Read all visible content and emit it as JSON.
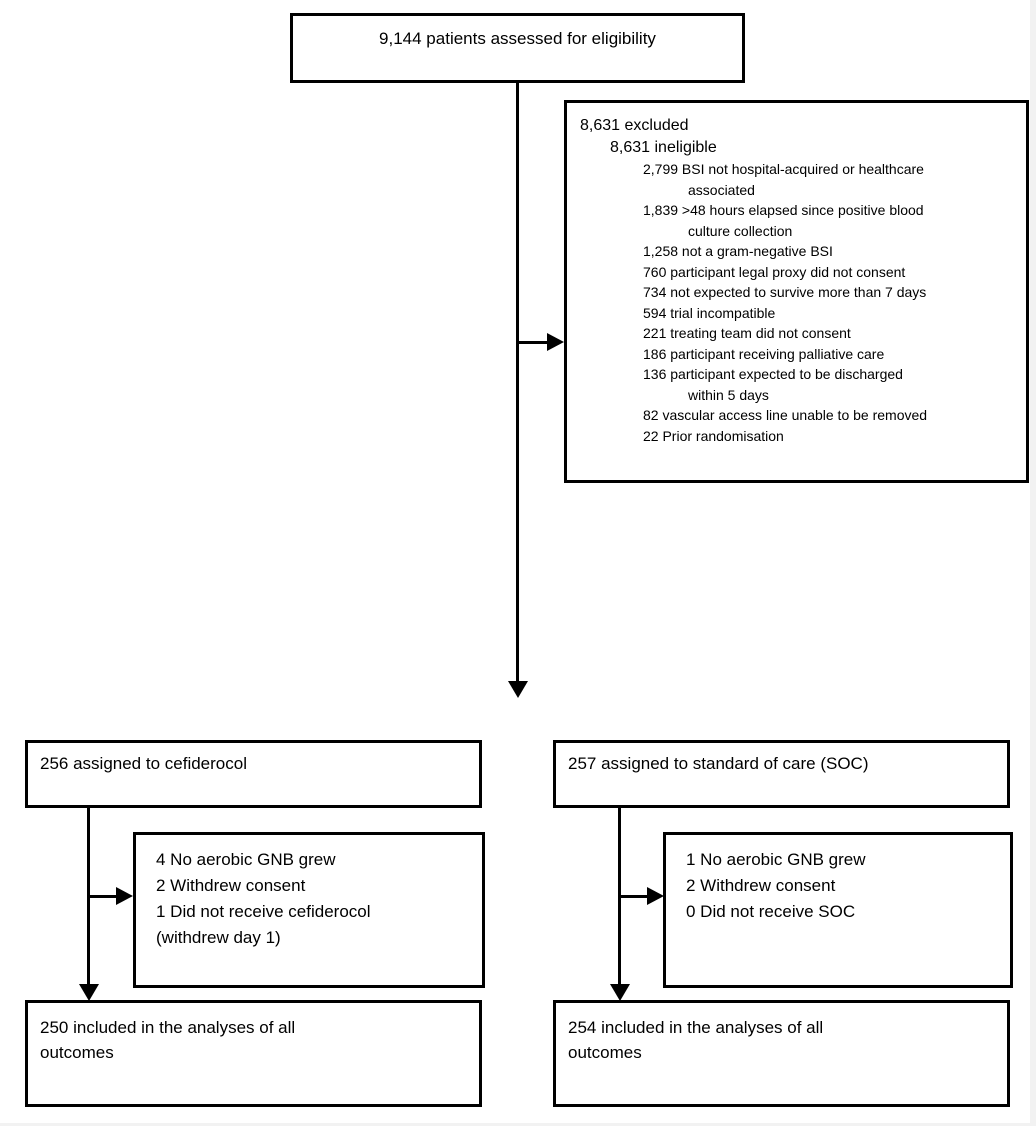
{
  "diagram": {
    "eligibility": {
      "text": "9,144 patients assessed for eligibility"
    },
    "excluded": {
      "title": "8,631 excluded",
      "subtitle": "8,631 ineligible",
      "reasons": [
        {
          "lines": [
            "2,799 BSI not hospital-acquired or healthcare",
            "associated"
          ]
        },
        {
          "lines": [
            "1,839 >48 hours elapsed since positive blood",
            "culture collection"
          ]
        },
        {
          "lines": [
            "1,258 not a gram-negative BSI"
          ]
        },
        {
          "lines": [
            "760 participant legal proxy did not consent"
          ]
        },
        {
          "lines": [
            "734 not expected to survive more than 7 days"
          ]
        },
        {
          "lines": [
            "594 trial incompatible"
          ]
        },
        {
          "lines": [
            "221 treating team did not consent"
          ]
        },
        {
          "lines": [
            "186 participant receiving palliative care"
          ]
        },
        {
          "lines": [
            "136 participant expected to be discharged",
            "within 5 days"
          ]
        },
        {
          "lines": [
            "82 vascular access line unable to be removed"
          ]
        },
        {
          "lines": [
            "22 Prior randomisation"
          ]
        }
      ]
    },
    "cefiderocol_arm": {
      "assigned": "256 assigned to cefiderocol",
      "deviations": [
        {
          "lines": [
            "4 No aerobic GNB grew"
          ]
        },
        {
          "lines": [
            "2 Withdrew consent"
          ]
        },
        {
          "lines": [
            "1 Did not receive cefiderocol",
            "(withdrew day 1)"
          ]
        }
      ],
      "outcome_lines": [
        "250 included in the analyses of all",
        "outcomes"
      ]
    },
    "soc_arm": {
      "assigned": "257 assigned to standard of care (SOC)",
      "deviations": [
        {
          "lines": [
            "1 No aerobic GNB grew"
          ]
        },
        {
          "lines": [
            "2 Withdrew consent"
          ]
        },
        {
          "lines": [
            "0 Did not receive SOC"
          ]
        }
      ],
      "outcome_lines": [
        "254 included in the analyses of all",
        "outcomes"
      ]
    }
  },
  "colors": {
    "ink": "#000000",
    "background": "#ffffff",
    "page_edge_strip": "#f2f2f2"
  }
}
